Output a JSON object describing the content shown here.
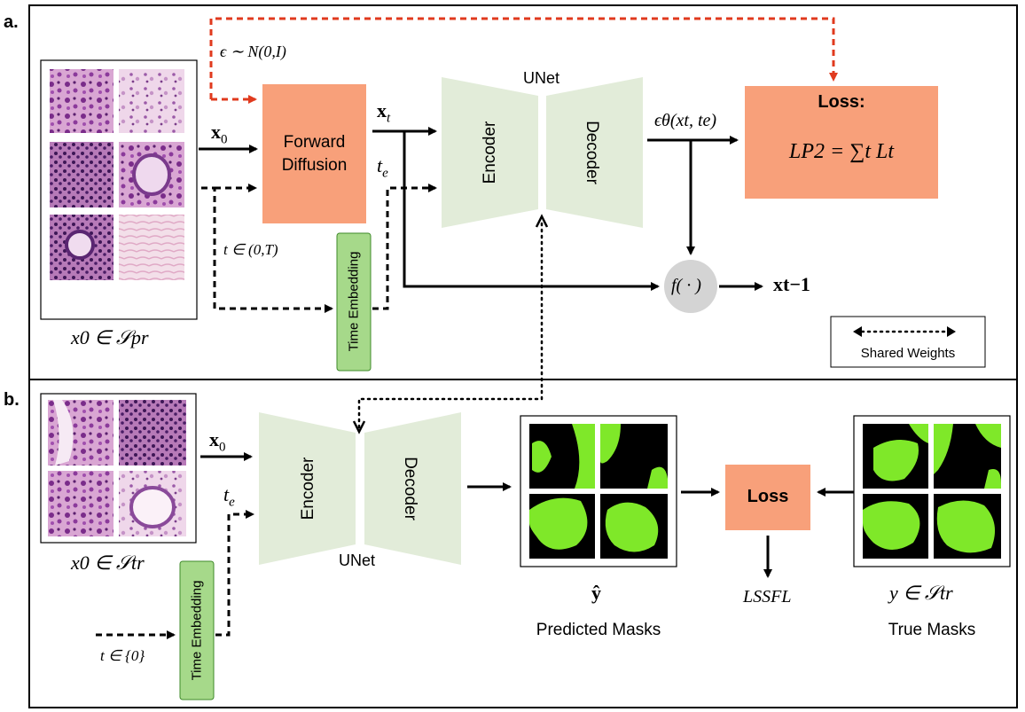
{
  "panel_a": {
    "label": "a.",
    "noise_label": "ϵ ∼ N(0,I)",
    "x0_label": "x",
    "x0_sub": "0",
    "forward_diffusion": "Forward Diffusion",
    "forward_line1": "Forward",
    "forward_line2": "Diffusion",
    "xt_label": "x",
    "xt_sub": "t",
    "te_label": "t",
    "te_sub": "e",
    "t_range": "t ∈ (0,T)",
    "time_embedding": "Time Embedding",
    "unet_title": "UNet",
    "encoder": "Encoder",
    "decoder": "Decoder",
    "eps_theta": "ϵθ(xt, te)",
    "loss_title": "Loss:",
    "loss_formula": "LP2 = ∑t Lt",
    "f_node": "f( · )",
    "x_prev": "xt−1",
    "dataset_caption": "x0 ∈ 𝒮pr",
    "shared_weights": "Shared Weights"
  },
  "panel_b": {
    "label": "b.",
    "x0_label": "x",
    "x0_sub": "0",
    "te_label": "t",
    "te_sub": "e",
    "t_zero": "t ∈ {0}",
    "time_embedding": "Time Embedding",
    "encoder": "Encoder",
    "decoder": "Decoder",
    "unet_title": "UNet",
    "dataset_caption": "x0 ∈ 𝒮tr",
    "pred_symbol": "ŷ",
    "pred_caption": "Predicted Masks",
    "loss_title": "Loss",
    "loss_out": "LSSFL",
    "true_symbol": "y ∈ 𝒮tr",
    "true_caption": "True Masks"
  },
  "colors": {
    "salmon": "#f8a07a",
    "unet_green": "#e2ecd9",
    "time_green": "#a6d98a",
    "noise_red": "#e03a1e",
    "mask_green": "#7fe829",
    "node_gray": "#d4d4d4"
  }
}
